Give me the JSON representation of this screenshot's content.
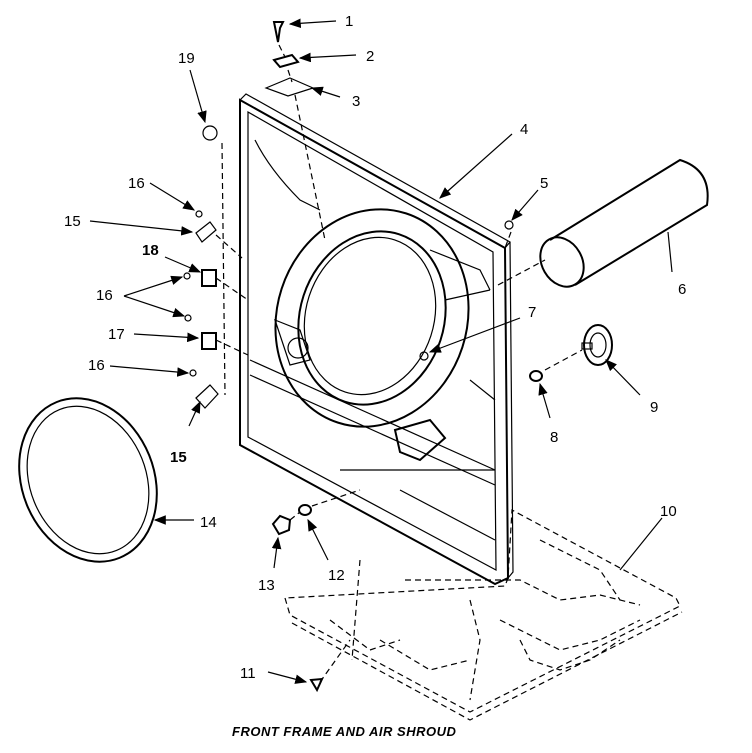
{
  "callouts": [
    {
      "id": "1",
      "label": "1"
    },
    {
      "id": "2",
      "label": "2"
    },
    {
      "id": "3",
      "label": "3"
    },
    {
      "id": "4",
      "label": "4"
    },
    {
      "id": "5",
      "label": "5"
    },
    {
      "id": "6",
      "label": "6"
    },
    {
      "id": "7",
      "label": "7"
    },
    {
      "id": "8",
      "label": "8"
    },
    {
      "id": "9",
      "label": "9"
    },
    {
      "id": "10",
      "label": "10"
    },
    {
      "id": "11",
      "label": "11"
    },
    {
      "id": "12",
      "label": "12"
    },
    {
      "id": "13",
      "label": "13"
    },
    {
      "id": "14",
      "label": "14"
    },
    {
      "id": "15a",
      "label": "15"
    },
    {
      "id": "15b",
      "label": "15"
    },
    {
      "id": "16a",
      "label": "16"
    },
    {
      "id": "16b",
      "label": "16"
    },
    {
      "id": "16c",
      "label": "16"
    },
    {
      "id": "17",
      "label": "17"
    },
    {
      "id": "18",
      "label": "18"
    },
    {
      "id": "19",
      "label": "19"
    }
  ],
  "caption": "FRONT FRAME AND AIR SHROUD"
}
